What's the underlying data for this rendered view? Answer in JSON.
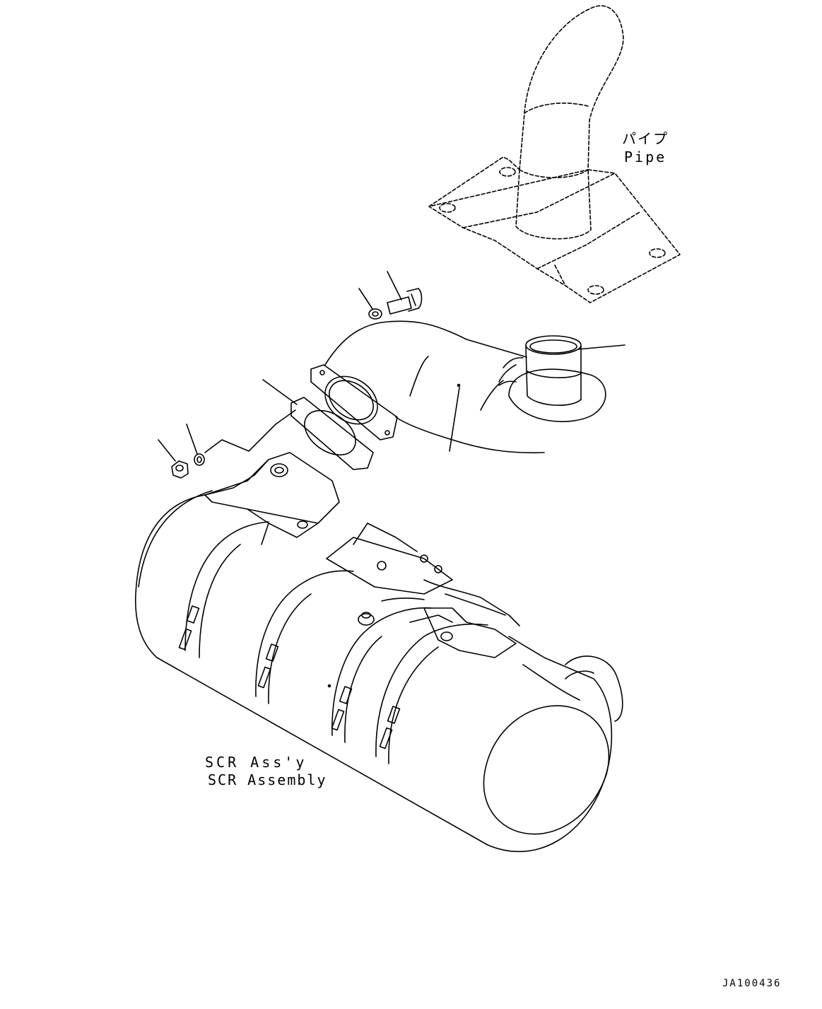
{
  "labels": {
    "pipe_ja": "パイプ",
    "pipe_en": "Pipe",
    "scr_ja": "SCR Ass'y",
    "scr_en": "SCR Assembly",
    "drawing_id": "JA100436"
  },
  "colors": {
    "line": "#000000",
    "background": "#ffffff"
  }
}
